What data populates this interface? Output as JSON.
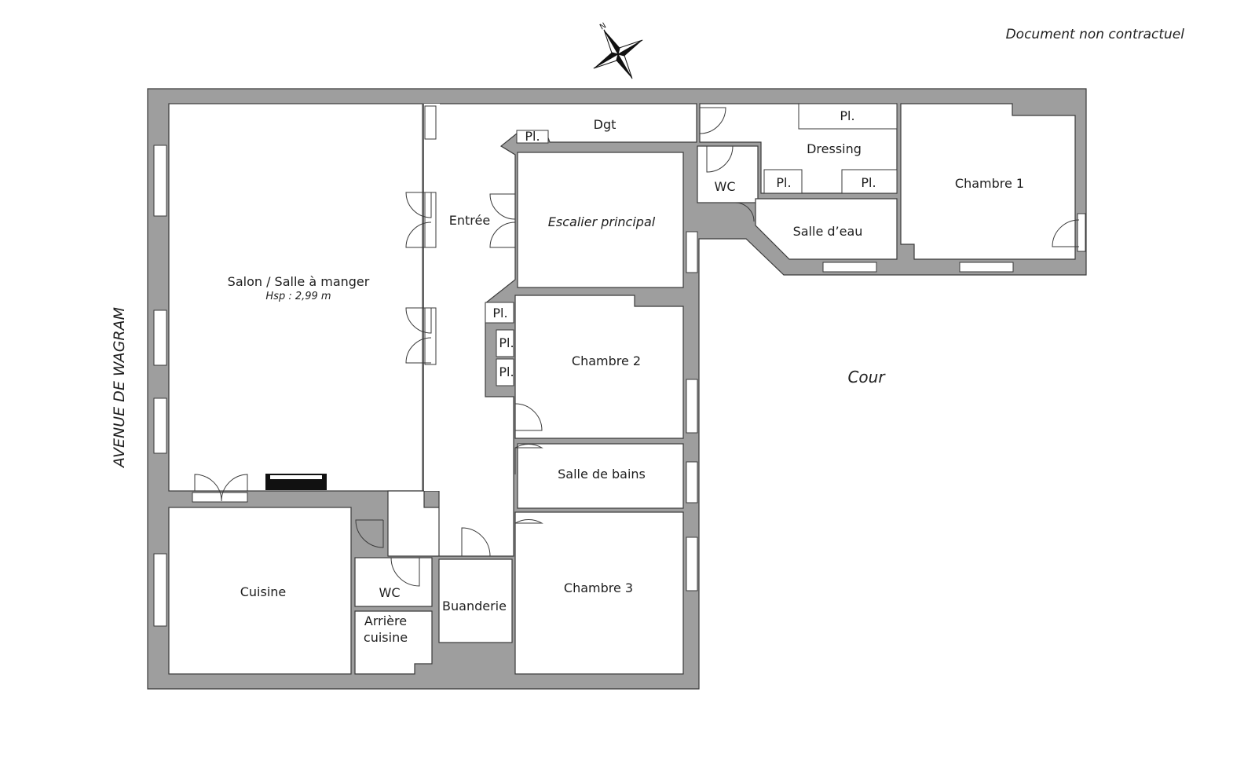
{
  "disclaimer": "Document non contractuel",
  "compass": {
    "north_label": "N",
    "icon": "compass-rose-icon"
  },
  "street": "AVENUE DE WAGRAM",
  "courtyard": "Cour",
  "colors": {
    "wall": "#9e9e9e",
    "wall_stroke": "#3a3a3a",
    "floor": "#ffffff",
    "radiator": "#111111"
  },
  "rooms": {
    "salon": "Salon / Salle à manger",
    "salon_height": "Hsp : 2,99 m",
    "entree": "Entrée",
    "dgt": "Dgt",
    "escalier": "Escalier principal",
    "dressing": "Dressing",
    "wc_top": "WC",
    "salle_deau": "Salle d’eau",
    "chambre1": "Chambre 1",
    "chambre2": "Chambre 2",
    "salle_de_bains": "Salle de bains",
    "chambre3": "Chambre 3",
    "cuisine": "Cuisine",
    "wc_bottom": "WC",
    "arriere_cuisine_1": "Arrière",
    "arriere_cuisine_2": "cuisine",
    "buanderie": "Buanderie"
  },
  "placards": {
    "dgt": "Pl.",
    "dressing_top": "Pl.",
    "dressing_left": "Pl.",
    "dressing_right": "Pl.",
    "entree_1": "Pl.",
    "entree_2": "Pl.",
    "entree_3": "Pl."
  }
}
